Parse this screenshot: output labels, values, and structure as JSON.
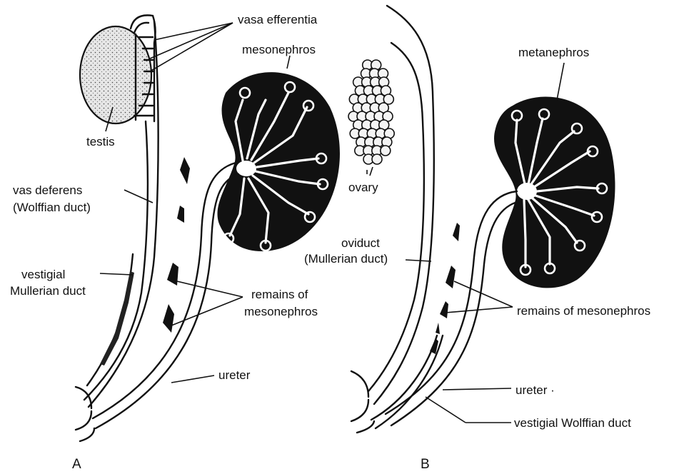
{
  "panels": [
    {
      "letter": "A",
      "labels": {
        "vasa_efferentia": "vasa efferentia",
        "mesonephros": "mesonephros",
        "testis": "testis",
        "vas_deferens_line1": "vas deferens",
        "vas_deferens_line2": "(Wolffian duct)",
        "vestigial_mullerian_line1": "vestigial",
        "vestigial_mullerian_line2": "Mullerian duct",
        "remains_line1": "remains of",
        "remains_line2": "mesonephros",
        "ureter": "ureter"
      }
    },
    {
      "letter": "B",
      "labels": {
        "ovary": "ovary",
        "metanephros": "metanephros",
        "oviduct_line1": "oviduct",
        "oviduct_line2": "(Mullerian duct)",
        "remains": "remains of mesonephros",
        "ureter": "ureter ·",
        "vestigial_wolffian": "vestigial Wolffian duct"
      }
    }
  ],
  "colors": {
    "ink": "#111111",
    "paper": "#ffffff",
    "testis_fill": "#e6e6e6"
  }
}
